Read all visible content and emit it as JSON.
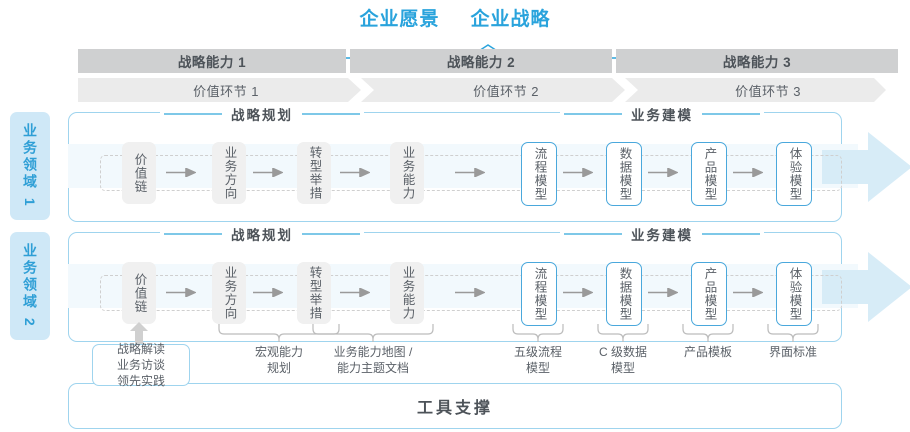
{
  "header": {
    "vision": "企业愿景",
    "strategy": "企业战略"
  },
  "capabilities": [
    {
      "label": "战略能力 1"
    },
    {
      "label": "战略能力 2"
    },
    {
      "label": "战略能力 3"
    }
  ],
  "value_links": [
    {
      "label": "价值环节 1"
    },
    {
      "label": "价值环节 2"
    },
    {
      "label": "价值环节 3"
    }
  ],
  "domains": [
    {
      "tag": "业务领域 1"
    },
    {
      "tag": "业务领域 2"
    }
  ],
  "sections": {
    "planning": "战略规划",
    "modeling": "业务建模"
  },
  "nodes": {
    "planning": [
      "价值链",
      "业务方向",
      "转型举措",
      "业务能力"
    ],
    "modeling": [
      "流程模型",
      "数据模型",
      "产品模型",
      "体验模型"
    ]
  },
  "tool_labels": {
    "strategy_box": [
      "战略解读",
      "业务访谈",
      "领先实践"
    ],
    "macro": "宏观能力\n规划",
    "macro_l1": "宏观能力",
    "macro_l2": "规划",
    "capmap_l1": "业务能力地图 /",
    "capmap_l2": "能力主题文档",
    "process_l1": "五级流程",
    "process_l2": "模型",
    "data_l1": "C 级数据",
    "data_l2": "模型",
    "product": "产品模板",
    "ui": "界面标准"
  },
  "footer": {
    "tool_support": "工具支撑"
  },
  "colors": {
    "accent": "#29a3dc",
    "accent_light": "#9fd4ee",
    "band": "#f2f9fd",
    "bar_dark": "#cfd0d1",
    "bar_light": "#ebebeb",
    "node_gray": "#f0f0f0",
    "text": "#5b6168",
    "tag_bg": "#cfe8f7"
  }
}
